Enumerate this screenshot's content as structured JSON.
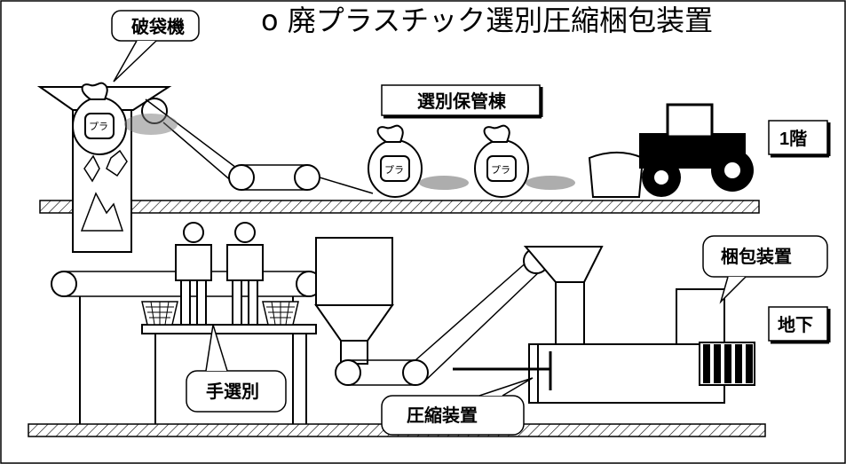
{
  "title": "o 廃プラスチック選別圧縮梱包装置",
  "labels": {
    "bag_breaker": "破袋機",
    "sorting_storage": "選別保管棟",
    "floor_1": "1階",
    "baler": "梱包装置",
    "basement": "地下",
    "hand_sorting": "手選別",
    "compressor": "圧縮装置"
  },
  "bag_mark": "プラ",
  "colors": {
    "line": "#000000",
    "fill": "#ffffff",
    "shadow": "#777777"
  }
}
